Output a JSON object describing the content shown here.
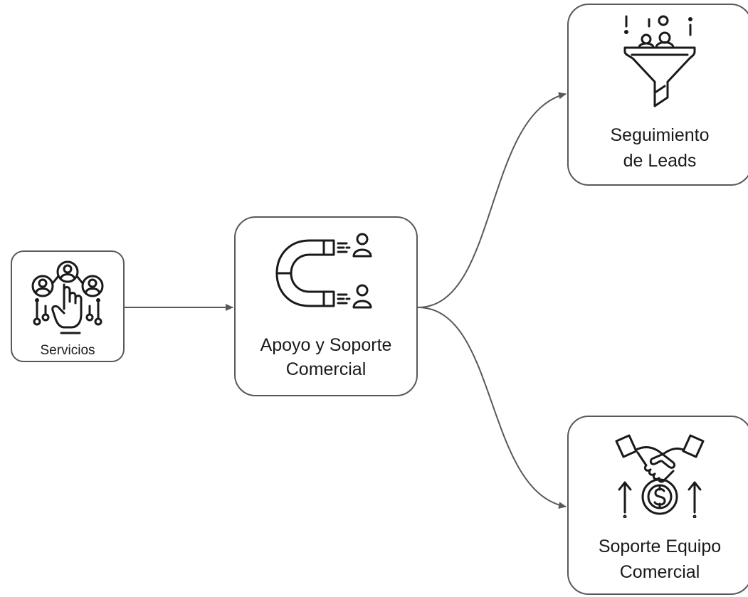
{
  "colors": {
    "stroke": "#595959",
    "icon": "#1a1a1a",
    "background": "#ffffff"
  },
  "nodes": {
    "servicios": {
      "label": "Servicios",
      "icon": "people-touch-network-icon"
    },
    "apoyo": {
      "label": "Apoyo y Soporte\nComercial",
      "icon": "magnet-attract-users-icon"
    },
    "leads": {
      "label": "Seguimiento\nde Leads",
      "icon": "sales-funnel-icon"
    },
    "soporte": {
      "label": "Soporte Equipo\nComercial",
      "icon": "handshake-money-icon"
    }
  },
  "edges": [
    {
      "from": "servicios",
      "to": "apoyo"
    },
    {
      "from": "apoyo",
      "to": "leads"
    },
    {
      "from": "apoyo",
      "to": "soporte"
    }
  ]
}
